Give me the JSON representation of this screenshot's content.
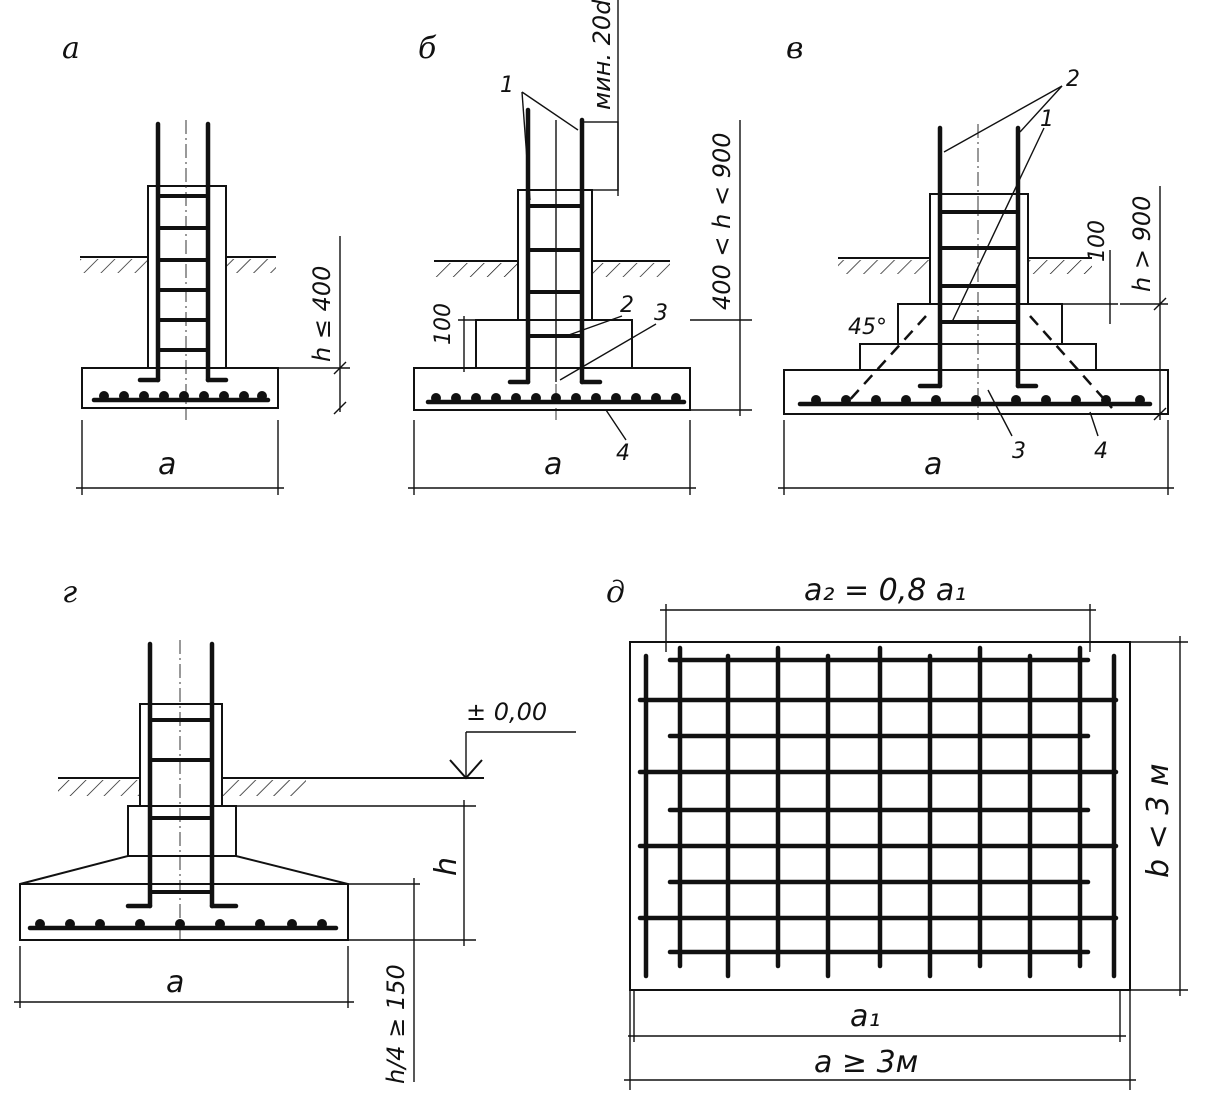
{
  "panels": {
    "a": {
      "letter": "а",
      "dim_h": "h ≤ 400",
      "dim_a": "a"
    },
    "b": {
      "letter": "б",
      "dim_min": "мин. 20d",
      "dim_h": "400 < h < 900",
      "dim_100": "100",
      "dim_a": "a",
      "callouts": [
        "1",
        "2",
        "3",
        "4"
      ]
    },
    "v": {
      "letter": "в",
      "dim_h": "h > 900",
      "dim_100": "100",
      "angle": "45°",
      "dim_a": "a",
      "callouts": [
        "1",
        "2",
        "3",
        "4"
      ]
    },
    "g": {
      "letter": "г",
      "level": "± 0,00",
      "dim_h": "h",
      "dim_slope": "h/4 ≥ 150",
      "dim_a": "a"
    },
    "d": {
      "letter": "д",
      "dim_a2": "a₂ = 0,8 a₁",
      "dim_b": "b < 3 м",
      "dim_a1": "a₁",
      "dim_a": "a ≥ 3м"
    }
  }
}
